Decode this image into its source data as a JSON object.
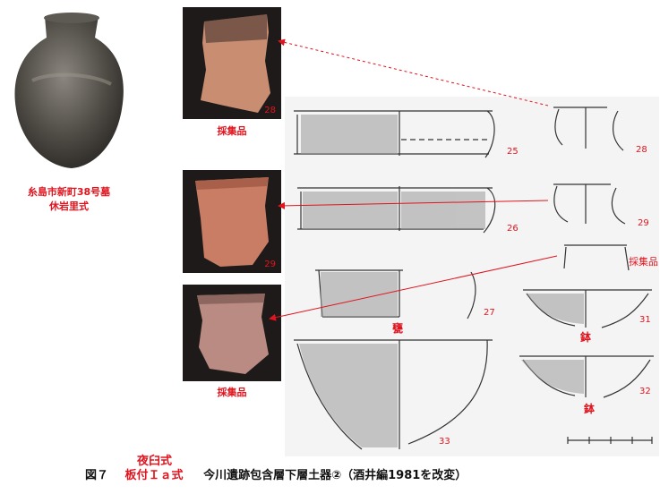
{
  "jar_caption": [
    "糸島市新町38号墓",
    "休岩里式"
  ],
  "photo_labels": {
    "p28": "28",
    "p29": "29"
  },
  "photo_captions": {
    "p28": "採集品",
    "p30": "採集品"
  },
  "drawing_numbers": {
    "n25": "25",
    "n26": "26",
    "n27": "27",
    "n28": "28",
    "n29": "29",
    "n31": "31",
    "n32": "32",
    "n33": "33"
  },
  "drawing_tags": {
    "collected": "採集品",
    "pot": "甕",
    "bowl1": "鉢",
    "bowl2": "鉢"
  },
  "caption": {
    "fig": "図７",
    "upper": "夜臼式",
    "type": "板付Ｉａ式",
    "title": "今川遺跡包含層下層土器②（酒井編1981を改変）"
  },
  "colors": {
    "accent": "#e0141e"
  }
}
